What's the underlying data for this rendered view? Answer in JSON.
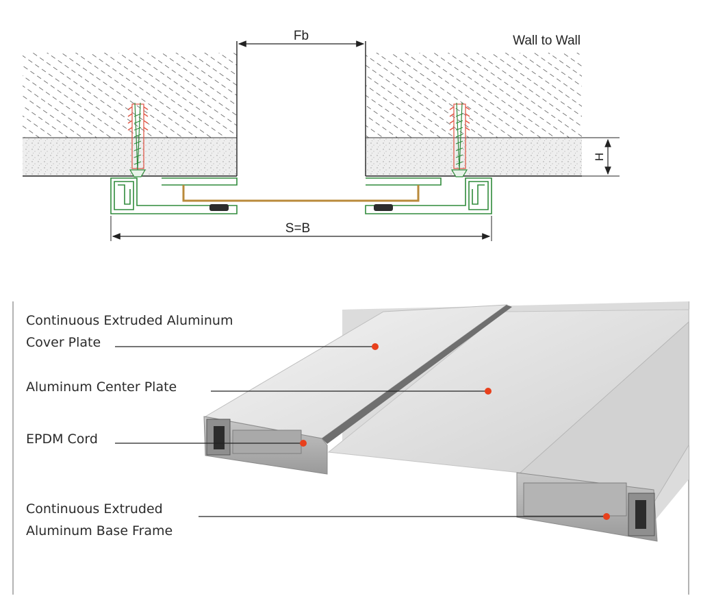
{
  "section_drawing": {
    "title": "Wall to Wall",
    "dim_gap": "Fb",
    "dim_height": "H",
    "dim_width": "S=B"
  },
  "product_view": {
    "callouts": [
      {
        "line1": "Continuous Extruded Aluminum",
        "line2": "Cover Plate"
      },
      {
        "line1": "Aluminum Center Plate",
        "line2": ""
      },
      {
        "line1": "EPDM Cord",
        "line2": ""
      },
      {
        "line1": "Continuous Extruded",
        "line2": "Aluminum Base Frame"
      }
    ]
  },
  "colors": {
    "frame": "#2f8a3a",
    "screw": "#e05a4a",
    "cover": "#b98a3a",
    "dot": "#e8401c"
  }
}
